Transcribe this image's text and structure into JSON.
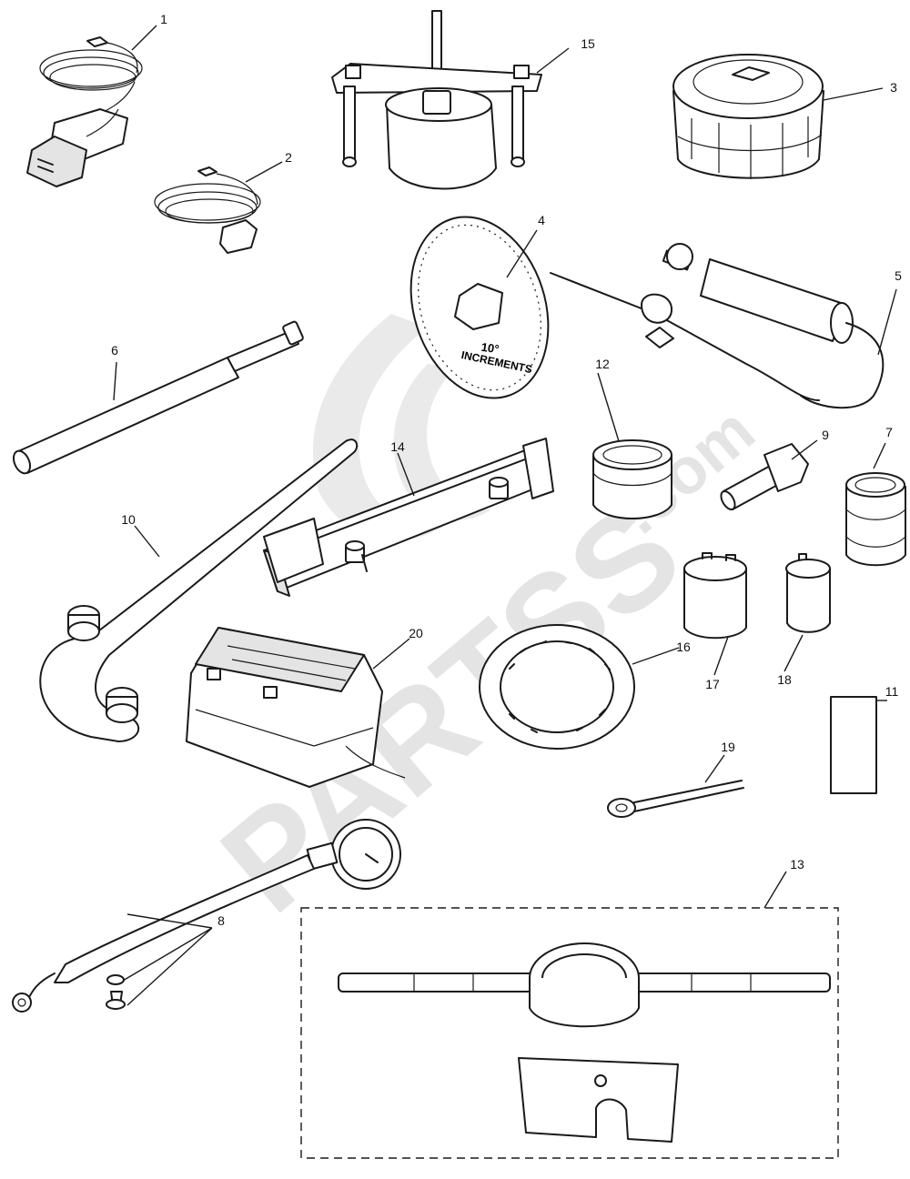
{
  "watermark": {
    "text": "PARTSS",
    "suffix": ".com"
  },
  "diagram": {
    "callouts": [
      {
        "id": "c1",
        "label": "1"
      },
      {
        "id": "c2",
        "label": "2"
      },
      {
        "id": "c3",
        "label": "3"
      },
      {
        "id": "c4",
        "label": "4"
      },
      {
        "id": "c5",
        "label": "5"
      },
      {
        "id": "c6",
        "label": "6"
      },
      {
        "id": "c7",
        "label": "7"
      },
      {
        "id": "c8",
        "label": "8"
      },
      {
        "id": "c9",
        "label": "9"
      },
      {
        "id": "c10",
        "label": "10"
      },
      {
        "id": "c11",
        "label": "11"
      },
      {
        "id": "c12",
        "label": "12"
      },
      {
        "id": "c13",
        "label": "13"
      },
      {
        "id": "c14",
        "label": "14"
      },
      {
        "id": "c15",
        "label": "15"
      },
      {
        "id": "c16",
        "label": "16"
      },
      {
        "id": "c17",
        "label": "17"
      },
      {
        "id": "c18",
        "label": "18"
      },
      {
        "id": "c19",
        "label": "19"
      },
      {
        "id": "c20",
        "label": "20"
      }
    ],
    "degree_wheel": {
      "line1": "10°",
      "line2": "INCREMENTS"
    }
  }
}
